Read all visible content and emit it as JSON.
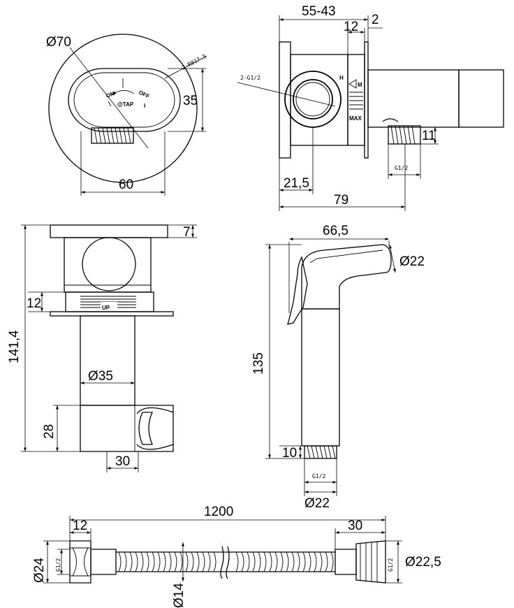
{
  "top_left_view": {
    "dia_outer": "Ø70",
    "height": "35",
    "width": "60",
    "fillet": "2-R017.5",
    "on": "ON",
    "off": "OFF",
    "brand": "@TAP",
    "off_mark": "I"
  },
  "top_right_view": {
    "depth_range": "55-43",
    "plate_depth": "12",
    "plate_thickness": "2",
    "thread_label": "2-G1/2",
    "offset": "21,5",
    "total_length": "79",
    "outlet_height": "11",
    "outlet_thread": "G1/2",
    "hot_mark": "H",
    "min_mark": "M",
    "max_mark": "MAX"
  },
  "bottom_left_view": {
    "flange": "7",
    "collar": "12",
    "total_height": "141,4",
    "body_dia": "Ø35",
    "holder_height": "28",
    "holder_width": "30",
    "up_mark": "UP"
  },
  "bidet_spray": {
    "length": "66,5",
    "head_dia": "Ø22",
    "height": "135",
    "thread_len": "10",
    "thread": "G1/2",
    "base_dia": "Ø22"
  },
  "hose": {
    "length": "1200",
    "nut_len": "12",
    "end_len": "30",
    "nut_dia": "Ø24",
    "hose_dia": "Ø14",
    "end_dia": "Ø22,5",
    "thread_left": "G1/2",
    "thread_right": "G1/2"
  }
}
